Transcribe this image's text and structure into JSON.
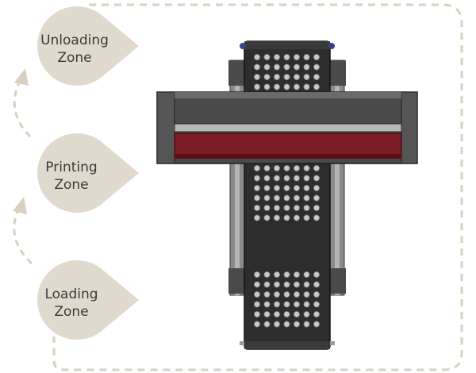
{
  "zones": [
    {
      "line1": "Unloading",
      "line2": "Zone"
    },
    {
      "line1": "Printing",
      "line2": "Zone"
    },
    {
      "line1": "Loading",
      "line2": "Zone"
    }
  ],
  "colors": {
    "bubble": "#e0dace",
    "dashes": "#d8d0c0",
    "frame": "#4a4a4a",
    "rail": "#8a8a8a",
    "belt": "#2d2d2d",
    "printhead": "#7a1a22",
    "knob": "#3b3f8c"
  },
  "belt_hole_grid": {
    "columns": 7,
    "rows_per_section": 6
  }
}
